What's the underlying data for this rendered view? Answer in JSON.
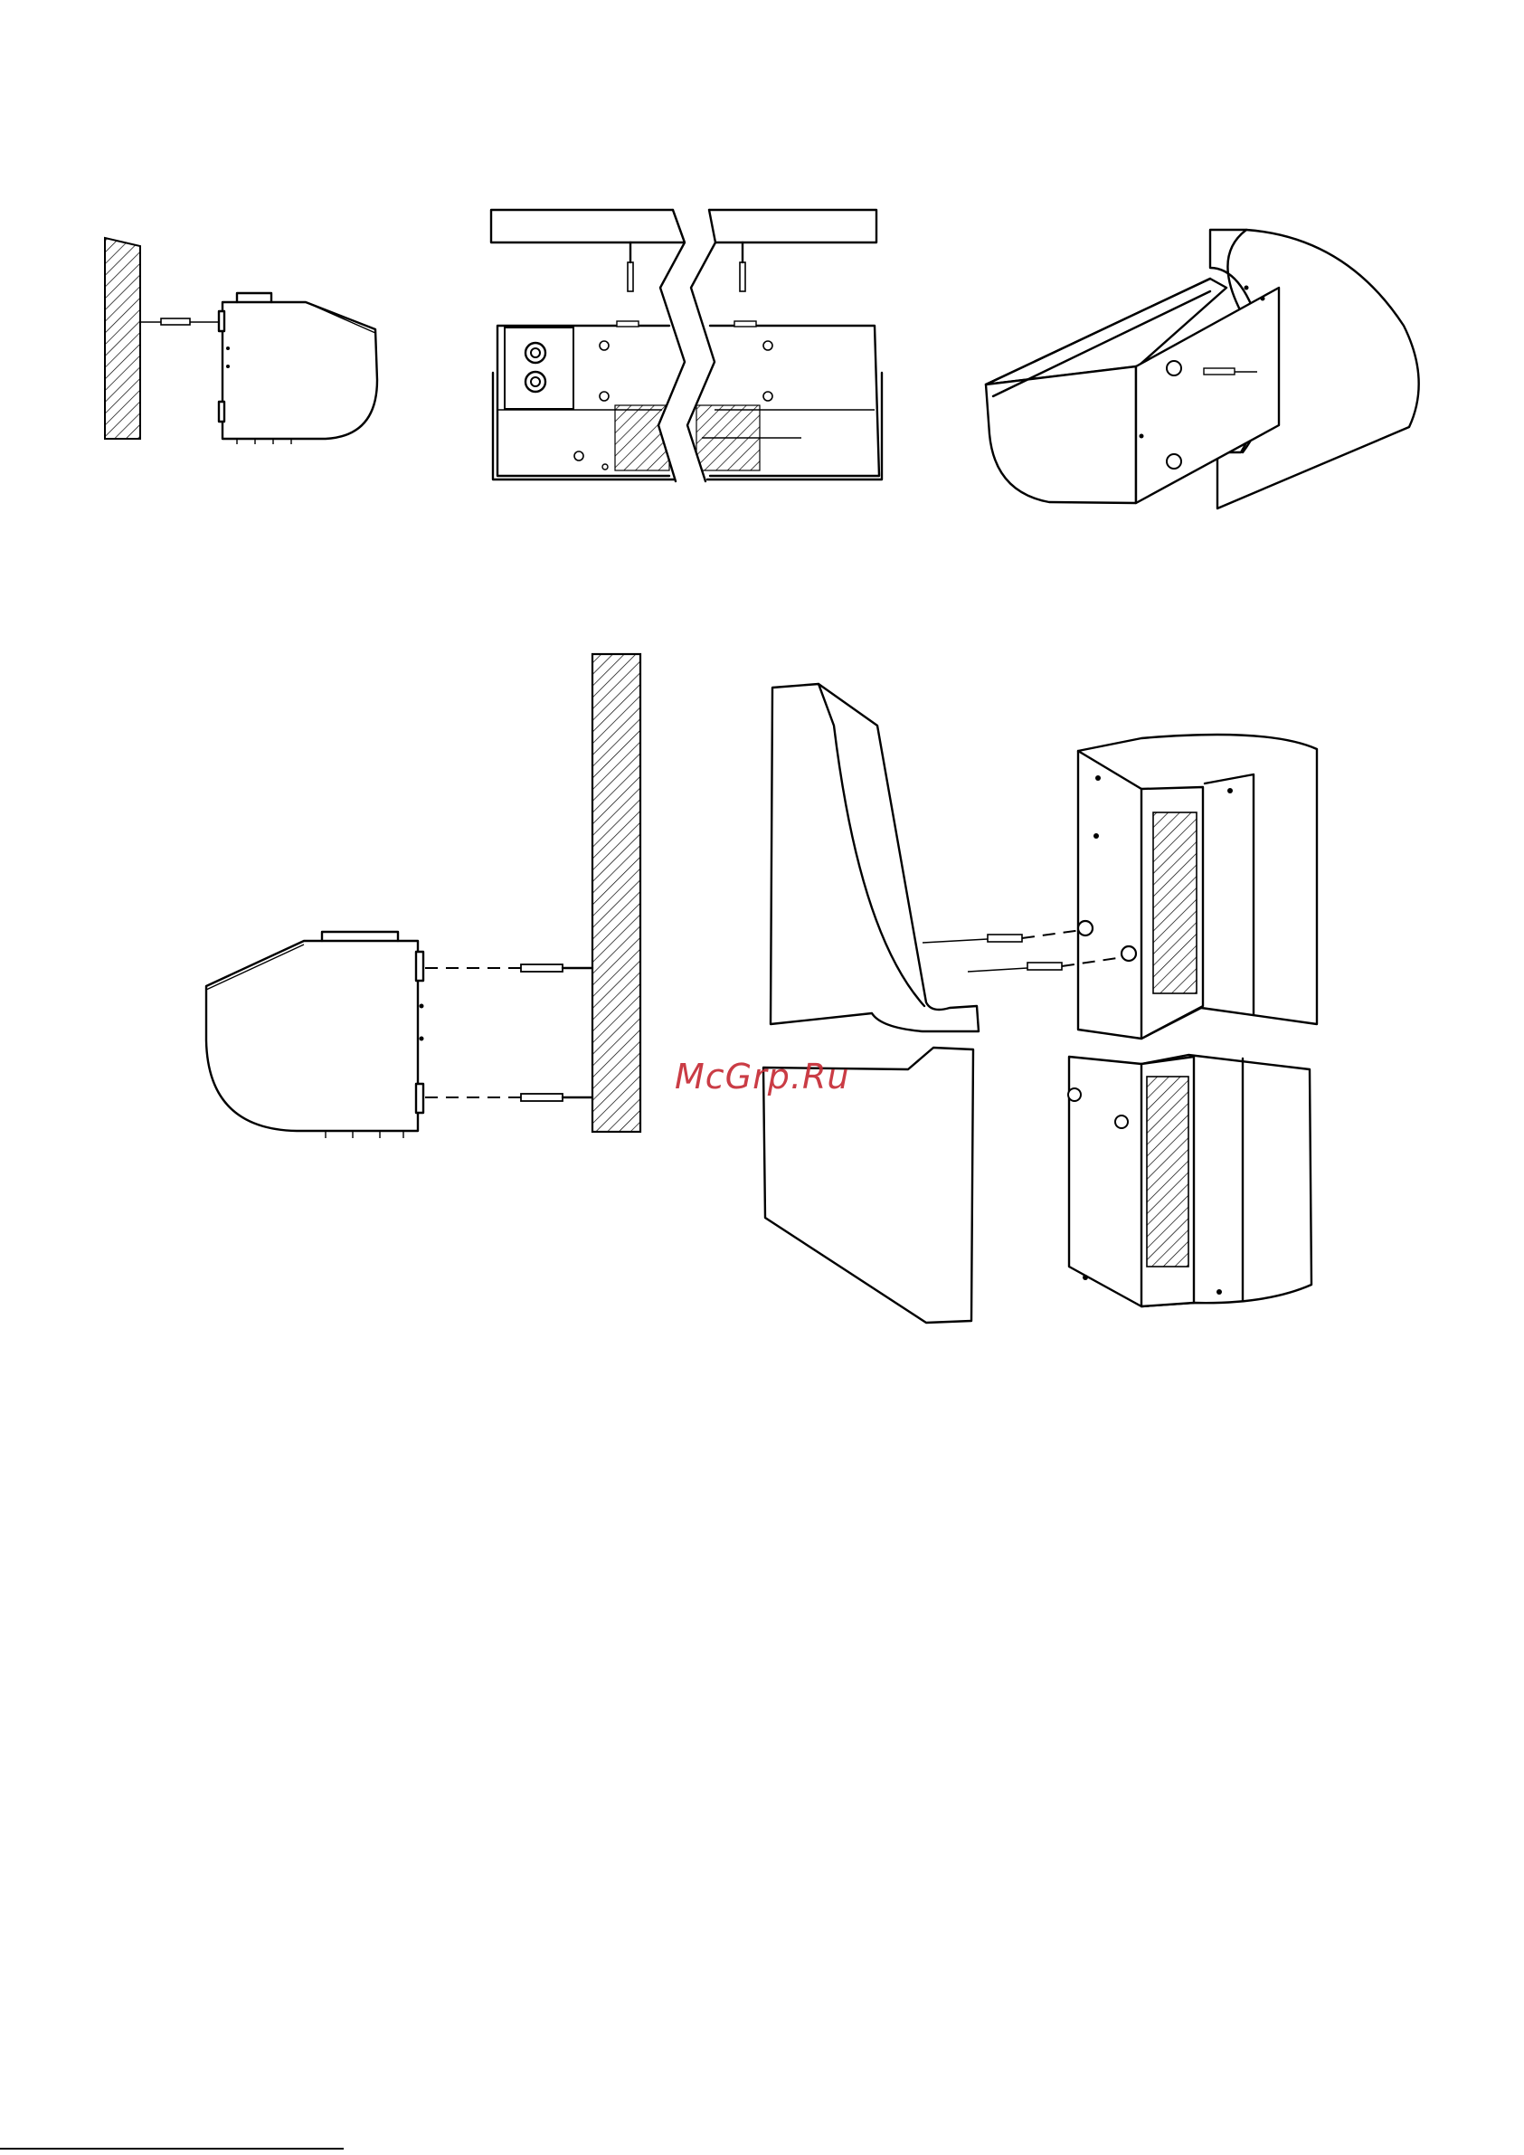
{
  "watermark": {
    "text": "McGrp.Ru",
    "color": "#c62c36"
  },
  "figures": [
    {
      "id": "fig-1",
      "icon": "wall-side-mount"
    },
    {
      "id": "fig-2",
      "icon": "ceiling-suspension-front-view"
    },
    {
      "id": "fig-3",
      "icon": "wall-mount-isometric"
    },
    {
      "id": "fig-4",
      "icon": "wall-side-mount-large"
    },
    {
      "id": "fig-5",
      "icon": "vertical-mount-isometric"
    }
  ]
}
